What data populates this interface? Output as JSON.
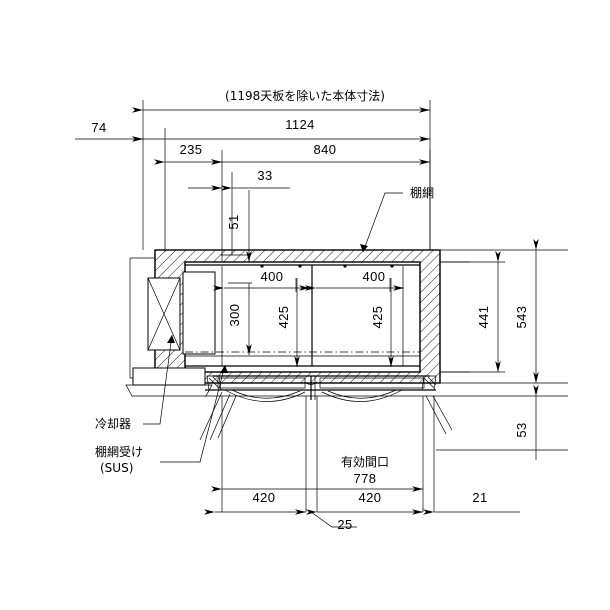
{
  "drawing": {
    "title_note": "(1198天板を除いた本体寸法)",
    "dimensions": {
      "overall_width": "1124",
      "left_offset": "74",
      "left_inner_offset": "235",
      "inner_span": "840",
      "top_small": "33",
      "shelf_drop": "51",
      "cooler_depth": "300",
      "shelf_left_width": "400",
      "shelf_right_width": "400",
      "shelf_left_depth": "425",
      "shelf_right_depth": "425",
      "cavity_height": "441",
      "body_height": "543",
      "base_height": "53",
      "door_left": "420",
      "door_right": "420",
      "center_gap": "25",
      "right_margin": "21",
      "opening_width": "778"
    },
    "labels": {
      "shelf_net": "棚網",
      "cooler": "冷却器",
      "shelf_receiver": "棚網受け",
      "shelf_receiver_material": "(SUS)",
      "effective_opening": "有効間口"
    },
    "colors": {
      "line": "#000000",
      "background": "#ffffff"
    }
  }
}
